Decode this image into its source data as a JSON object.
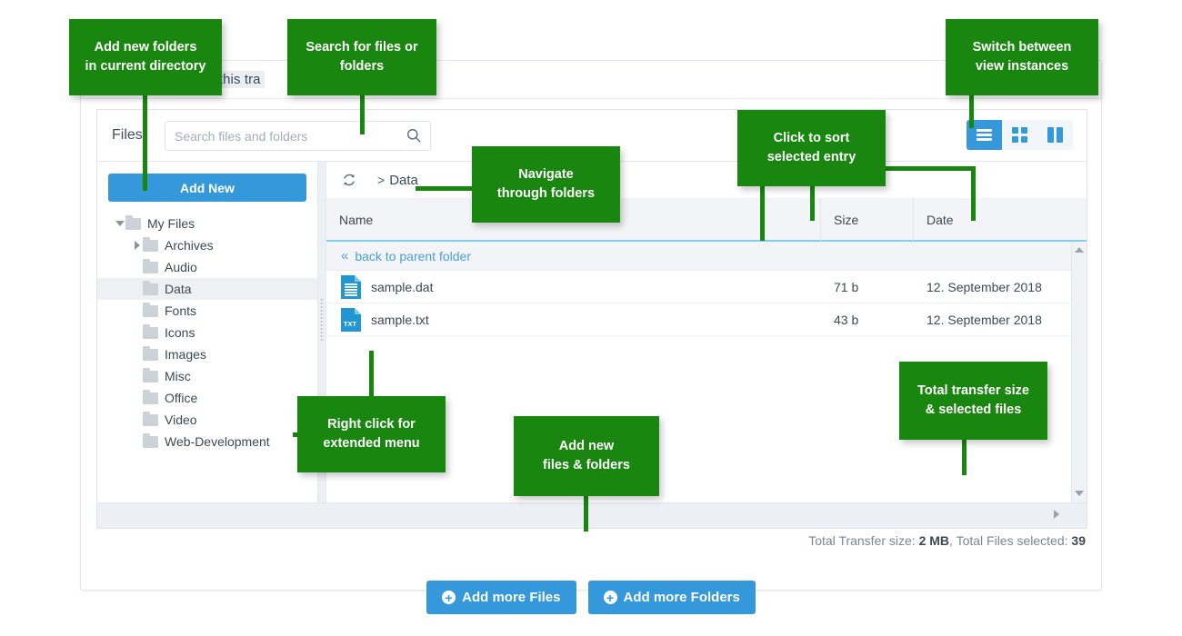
{
  "app": {
    "topbar_label": "or this tra"
  },
  "files_panel": {
    "title": "Files",
    "search": {
      "placeholder": "Search files and folders",
      "value": "",
      "icon": "search-icon"
    },
    "view_toggle": {
      "options": [
        {
          "name": "list-view",
          "icon": "list-view-icon",
          "active": true
        },
        {
          "name": "grid-view",
          "icon": "grid-view-icon",
          "active": false
        },
        {
          "name": "column-view",
          "icon": "column-view-icon",
          "active": false
        }
      ],
      "active_color": "#3498db",
      "inactive_bg": "#f2f5f9"
    }
  },
  "sidebar": {
    "add_new_label": "Add New",
    "tree": [
      {
        "label": "My Files",
        "depth": 0,
        "caret": "down",
        "selected": false
      },
      {
        "label": "Archives",
        "depth": 1,
        "caret": "right",
        "selected": false
      },
      {
        "label": "Audio",
        "depth": 1,
        "caret": "none",
        "selected": false
      },
      {
        "label": "Data",
        "depth": 1,
        "caret": "none",
        "selected": true
      },
      {
        "label": "Fonts",
        "depth": 1,
        "caret": "none",
        "selected": false
      },
      {
        "label": "Icons",
        "depth": 1,
        "caret": "none",
        "selected": false
      },
      {
        "label": "Images",
        "depth": 1,
        "caret": "none",
        "selected": false
      },
      {
        "label": "Misc",
        "depth": 1,
        "caret": "none",
        "selected": false
      },
      {
        "label": "Office",
        "depth": 1,
        "caret": "none",
        "selected": false
      },
      {
        "label": "Video",
        "depth": 1,
        "caret": "none",
        "selected": false
      },
      {
        "label": "Web-Development",
        "depth": 1,
        "caret": "none",
        "selected": false
      }
    ]
  },
  "browser": {
    "refresh_icon": "refresh-icon",
    "breadcrumb_separator": ">",
    "breadcrumb": [
      "Data"
    ],
    "columns": [
      {
        "key": "name",
        "label": "Name"
      },
      {
        "key": "size",
        "label": "Size"
      },
      {
        "key": "date",
        "label": "Date"
      }
    ],
    "parent_row_label": "back to parent folder",
    "rows": [
      {
        "icon": "file-dat-icon",
        "icon_label": "",
        "name": "sample.dat",
        "size": "71 b",
        "date": "12. September 2018"
      },
      {
        "icon": "file-txt-icon",
        "icon_label": "TXT",
        "name": "sample.txt",
        "size": "43 b",
        "date": "12. September 2018"
      }
    ]
  },
  "totals": {
    "size_prefix": "Total Transfer size: ",
    "size_value": "2 MB",
    "files_prefix": ", Total Files selected: ",
    "files_value": "39"
  },
  "footer": {
    "buttons": [
      {
        "name": "add-more-files-button",
        "label": "Add more Files",
        "icon": "plus-circle-icon"
      },
      {
        "name": "add-more-folders-button",
        "label": "Add more Folders",
        "icon": "plus-circle-icon"
      }
    ]
  },
  "annotations": {
    "color": "#18860f",
    "items": [
      {
        "name": "callout-add-new-folders",
        "text": "Add new folders\nin current directory"
      },
      {
        "name": "callout-search",
        "text": "Search for files or\nfolders"
      },
      {
        "name": "callout-switch-view",
        "text": "Switch between\nview instances"
      },
      {
        "name": "callout-sort",
        "text": "Click to sort\nselected entry"
      },
      {
        "name": "callout-navigate",
        "text": "Navigate\nthrough folders"
      },
      {
        "name": "callout-right-click",
        "text": "Right click for\nextended menu"
      },
      {
        "name": "callout-add-files-folders",
        "text": "Add new\nfiles & folders"
      },
      {
        "name": "callout-total-transfer",
        "text": "Total transfer size\n& selected files"
      }
    ]
  }
}
